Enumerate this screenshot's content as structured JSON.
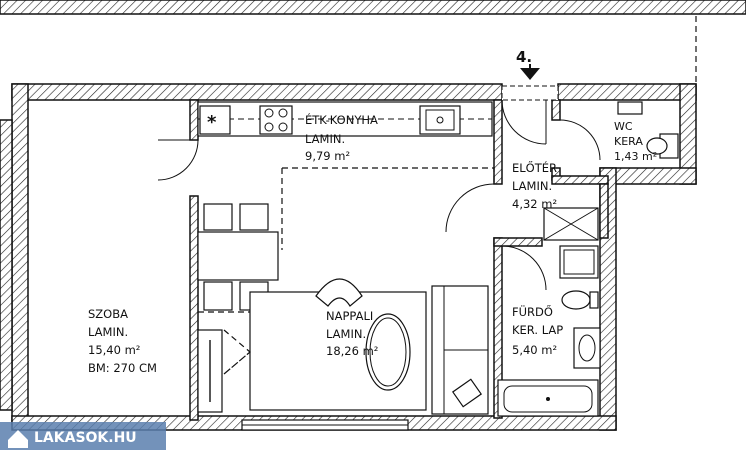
{
  "entrance": {
    "number": "4."
  },
  "rooms": {
    "kitchen": {
      "name": "ÉTK-KONYHA",
      "floor": "LAMIN.",
      "area": "9,79 m²"
    },
    "entry": {
      "name": "ELŐTÉR",
      "floor": "LAMIN.",
      "area": "4,32 m²"
    },
    "wc": {
      "name": "WC",
      "floor": "KERA",
      "area": "1,43 m²"
    },
    "bedroom": {
      "name": "SZOBA",
      "floor": "LAMIN.",
      "area": "15,40 m²",
      "extra": "BM: 270 CM"
    },
    "living": {
      "name": "NAPPALI",
      "floor": "LAMIN.",
      "area": "18,26 m²"
    },
    "bathroom": {
      "name": "FÜRDŐ",
      "floor": "KER. LAP",
      "area": "5,40 m²"
    }
  },
  "watermark": {
    "text": "LAKASOK.HU"
  }
}
